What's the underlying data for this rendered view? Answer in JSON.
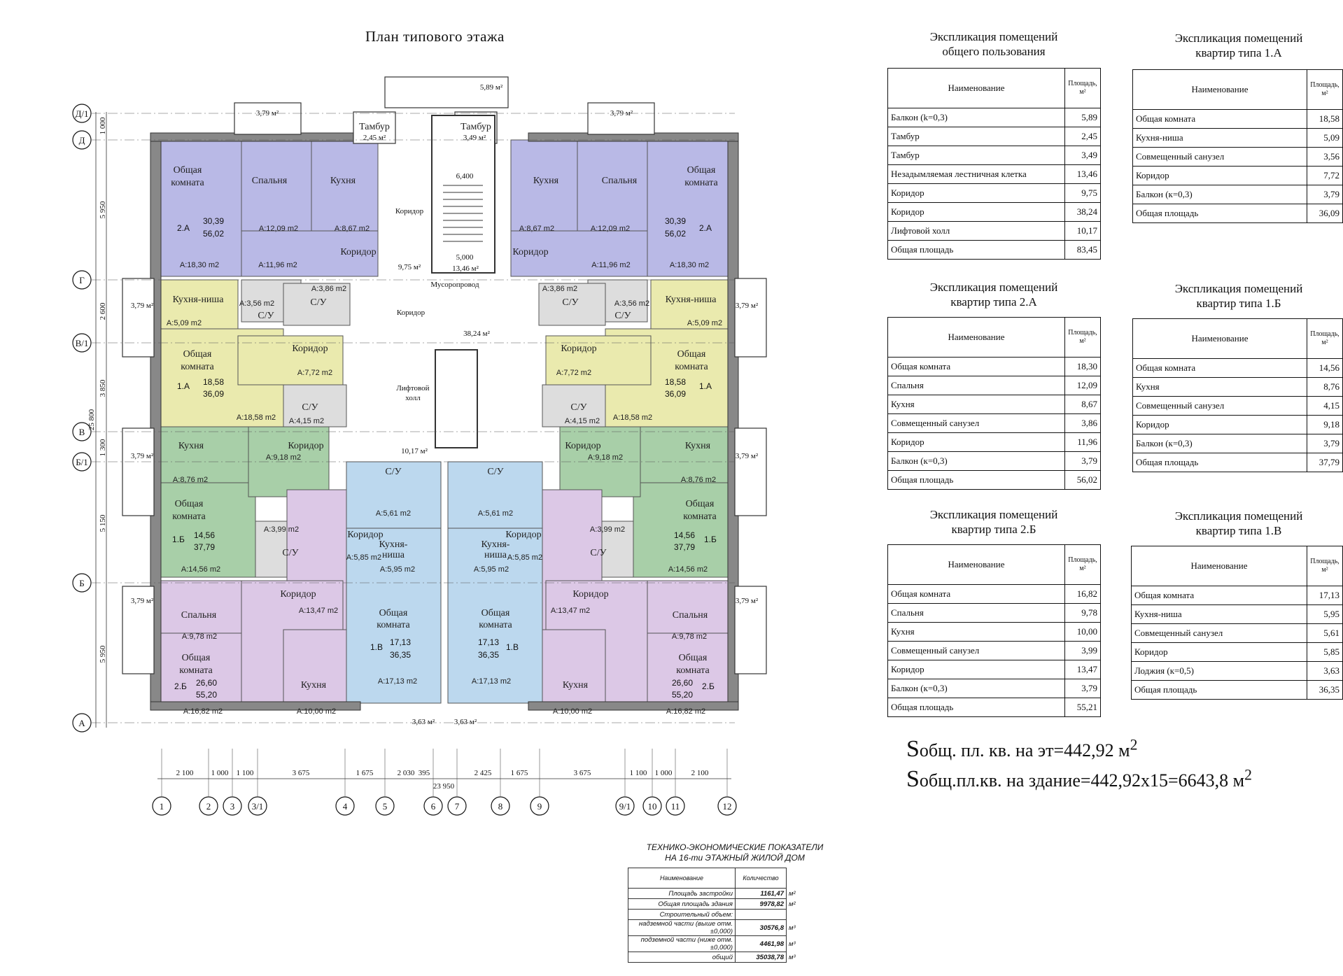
{
  "plan_title": "План типового этажа",
  "formula": {
    "l1_s": "S",
    "l1_sub": "общ. пл. кв. на эт",
    "l1_val": "=442,92 м",
    "l2_s": "S",
    "l2_sub": "общ.пл.кв. на здание",
    "l2_val": "=442,92х15=6643,8 м"
  },
  "tables": {
    "common": {
      "cap1": "Экспликация помещений",
      "cap2": "общего пользования",
      "h_name": "Наименование",
      "h_area": "Площадь, м²",
      "rows": [
        [
          "Балкон (k=0,3)",
          "5,89"
        ],
        [
          "Тамбур",
          "2,45"
        ],
        [
          "Тамбур",
          "3,49"
        ],
        [
          "Незадымляемая лестничная клетка",
          "13,46"
        ],
        [
          "Коридор",
          "9,75"
        ],
        [
          "Коридор",
          "38,24"
        ],
        [
          "Лифтовой холл",
          "10,17"
        ],
        [
          "Общая площадь",
          "83,45"
        ]
      ]
    },
    "t1a": {
      "cap1": "Экспликация помещений",
      "cap2": "квартир типа 1.А",
      "h_name": "Наименование",
      "h_area": "Площадь, м²",
      "rows": [
        [
          "Общая комната",
          "18,58"
        ],
        [
          "Кухня-ниша",
          "5,09"
        ],
        [
          "Совмещенный санузел",
          "3,56"
        ],
        [
          "Коридор",
          "7,72"
        ],
        [
          "Балкон (к=0,3)",
          "3,79"
        ],
        [
          "Общая площадь",
          "36,09"
        ]
      ]
    },
    "t2a": {
      "cap1": "Экспликация помещений",
      "cap2": "квартир типа 2.А",
      "h_name": "Наименование",
      "h_area": "Площадь, м²",
      "rows": [
        [
          "Общая комната",
          "18,30"
        ],
        [
          "Спальня",
          "12,09"
        ],
        [
          "Кухня",
          "8,67"
        ],
        [
          "Совмещенный санузел",
          "3,86"
        ],
        [
          "Коридор",
          "11,96"
        ],
        [
          "Балкон (к=0,3)",
          "3,79"
        ],
        [
          "Общая площадь",
          "56,02"
        ]
      ]
    },
    "t1b": {
      "cap1": "Экспликация помещений",
      "cap2": "квартир типа 1.Б",
      "h_name": "Наименование",
      "h_area": "Площадь, м²",
      "rows": [
        [
          "Общая комната",
          "14,56"
        ],
        [
          "Кухня",
          "8,76"
        ],
        [
          "Совмещенный санузел",
          "4,15"
        ],
        [
          "Коридор",
          "9,18"
        ],
        [
          "Балкон (к=0,3)",
          "3,79"
        ],
        [
          "Общая площадь",
          "37,79"
        ]
      ]
    },
    "t2b": {
      "cap1": "Экспликация помещений",
      "cap2": "квартир типа 2.Б",
      "h_name": "Наименование",
      "h_area": "Площадь, м²",
      "rows": [
        [
          "Общая комната",
          "16,82"
        ],
        [
          "Спальня",
          "9,78"
        ],
        [
          "Кухня",
          "10,00"
        ],
        [
          "Совмещенный санузел",
          "3,99"
        ],
        [
          "Коридор",
          "13,47"
        ],
        [
          "Балкон (к=0,3)",
          "3,79"
        ],
        [
          "Общая площадь",
          "55,21"
        ]
      ]
    },
    "t1v": {
      "cap1": "Экспликация помещений",
      "cap2": "квартир типа 1.В",
      "h_name": "Наименование",
      "h_area": "Площадь, м²",
      "rows": [
        [
          "Общая комната",
          "17,13"
        ],
        [
          "Кухня-ниша",
          "5,95"
        ],
        [
          "Совмещенный санузел",
          "5,61"
        ],
        [
          "Коридор",
          "5,85"
        ],
        [
          "Лоджия (к=0,5)",
          "3,63"
        ],
        [
          "Общая площадь",
          "36,35"
        ]
      ]
    }
  },
  "tep": {
    "cap1": "ТЕХНИКО-ЭКОНОМИЧЕСКИЕ ПОКАЗАТЕЛИ",
    "cap2": "НА 16-ти ЭТАЖНЫЙ ЖИЛОЙ ДОМ",
    "h_name": "Наименование",
    "h_qty": "Количество",
    "rows": [
      [
        "Площадь застройки",
        "1161,47",
        "м²"
      ],
      [
        "Общая площадь здания",
        "9978,82",
        "м²"
      ],
      [
        "Строительный объем:",
        "",
        ""
      ],
      [
        "надземной части (выше отм.±0,000)",
        "30576,8",
        "м³"
      ],
      [
        "подземной части (ниже отм.±0,000)",
        "4461,98",
        "м³"
      ],
      [
        "общий",
        "35038,78",
        "м³"
      ]
    ]
  },
  "axes_left": [
    "Д/1",
    "Д",
    "Г",
    "В/1",
    "В",
    "Б/1",
    "Б",
    "А"
  ],
  "axes_bottom": [
    "1",
    "2",
    "3",
    "3/1",
    "4",
    "5",
    "6",
    "7",
    "8",
    "9",
    "9/1",
    "10",
    "11",
    "12"
  ],
  "dims_bottom": [
    "2 100",
    "1 000",
    "1 100",
    "3 675",
    "1 675",
    "2 030",
    "395",
    "2 425",
    "1 675",
    "3 675",
    "1 100",
    "1 000",
    "2 100"
  ],
  "dim_total_bottom": "23 950",
  "dims_left": [
    "1 000",
    "5 950",
    "2 600",
    "3 850",
    "1 300",
    "5 150",
    "5 950"
  ],
  "dim_total_left": "25 800",
  "colors": {
    "a2": "#b9b9e6",
    "a1": "#eaeaae",
    "b1": "#a8cfa8",
    "b2": "#dcc8e6",
    "v1": "#bcd8ee",
    "wall": "#8a8a8a"
  },
  "plan": {
    "balc_top": "3,79 м²",
    "balc_side": "3,79 м²",
    "balc_center": "5,89 м²",
    "loggia": "3,63 м²",
    "tambur": "Тамбур",
    "tambur_l": "2,45 м²",
    "tambur_r": "3,49 м²",
    "stair_a": "6,400",
    "stair_b": "5,000",
    "stair_area": "13,46 м²",
    "corridor": "Коридор",
    "corr_a": "9,75 м²",
    "corr_b": "38,24 м²",
    "musor": "Мусоропровод",
    "lift": "Лифтовой холл",
    "lift_area": "10,17 м²",
    "su": "С/У",
    "obsh": "Общая комната",
    "spal": "Спальня",
    "kuh": "Кухня",
    "kuhn": "Кухня-ниша",
    "a2": {
      "type": "2.А",
      "lv": "30,39",
      "tot": "56,02",
      "obsh": "А:18,30 m2",
      "spal": "А:12,09 m2",
      "kuh": "А:8,67 m2",
      "kor": "А:11,96 m2",
      "su": "А:3,86 m2"
    },
    "a1": {
      "type": "1.А",
      "lv": "18,58",
      "tot": "36,09",
      "obsh": "А:18,58 m2",
      "kuhn": "А:5,09 m2",
      "kor": "А:7,72 m2",
      "su": "А:4,15 m2",
      "su2": "А:3,56 m2"
    },
    "b1": {
      "type": "1.Б",
      "lv": "14,56",
      "tot": "37,79",
      "obsh": "А:14,56 m2",
      "kuh": "А:8,76 m2",
      "kor": "А:9,18 m2",
      "su": "А:3,99 m2"
    },
    "b2": {
      "type": "2.Б",
      "lv": "26,60",
      "tot": "55,20",
      "obsh": "А:16,82 m2",
      "spal": "А:9,78 m2",
      "kuh": "А:10,00 m2",
      "kor": "А:13,47 m2"
    },
    "v1": {
      "type": "1.В",
      "lv": "17,13",
      "tot": "36,35",
      "obsh": "А:17,13 m2",
      "kuhn": "А:5,95 m2",
      "kor": "А:5,85 m2",
      "su": "А:5,61 m2"
    }
  }
}
